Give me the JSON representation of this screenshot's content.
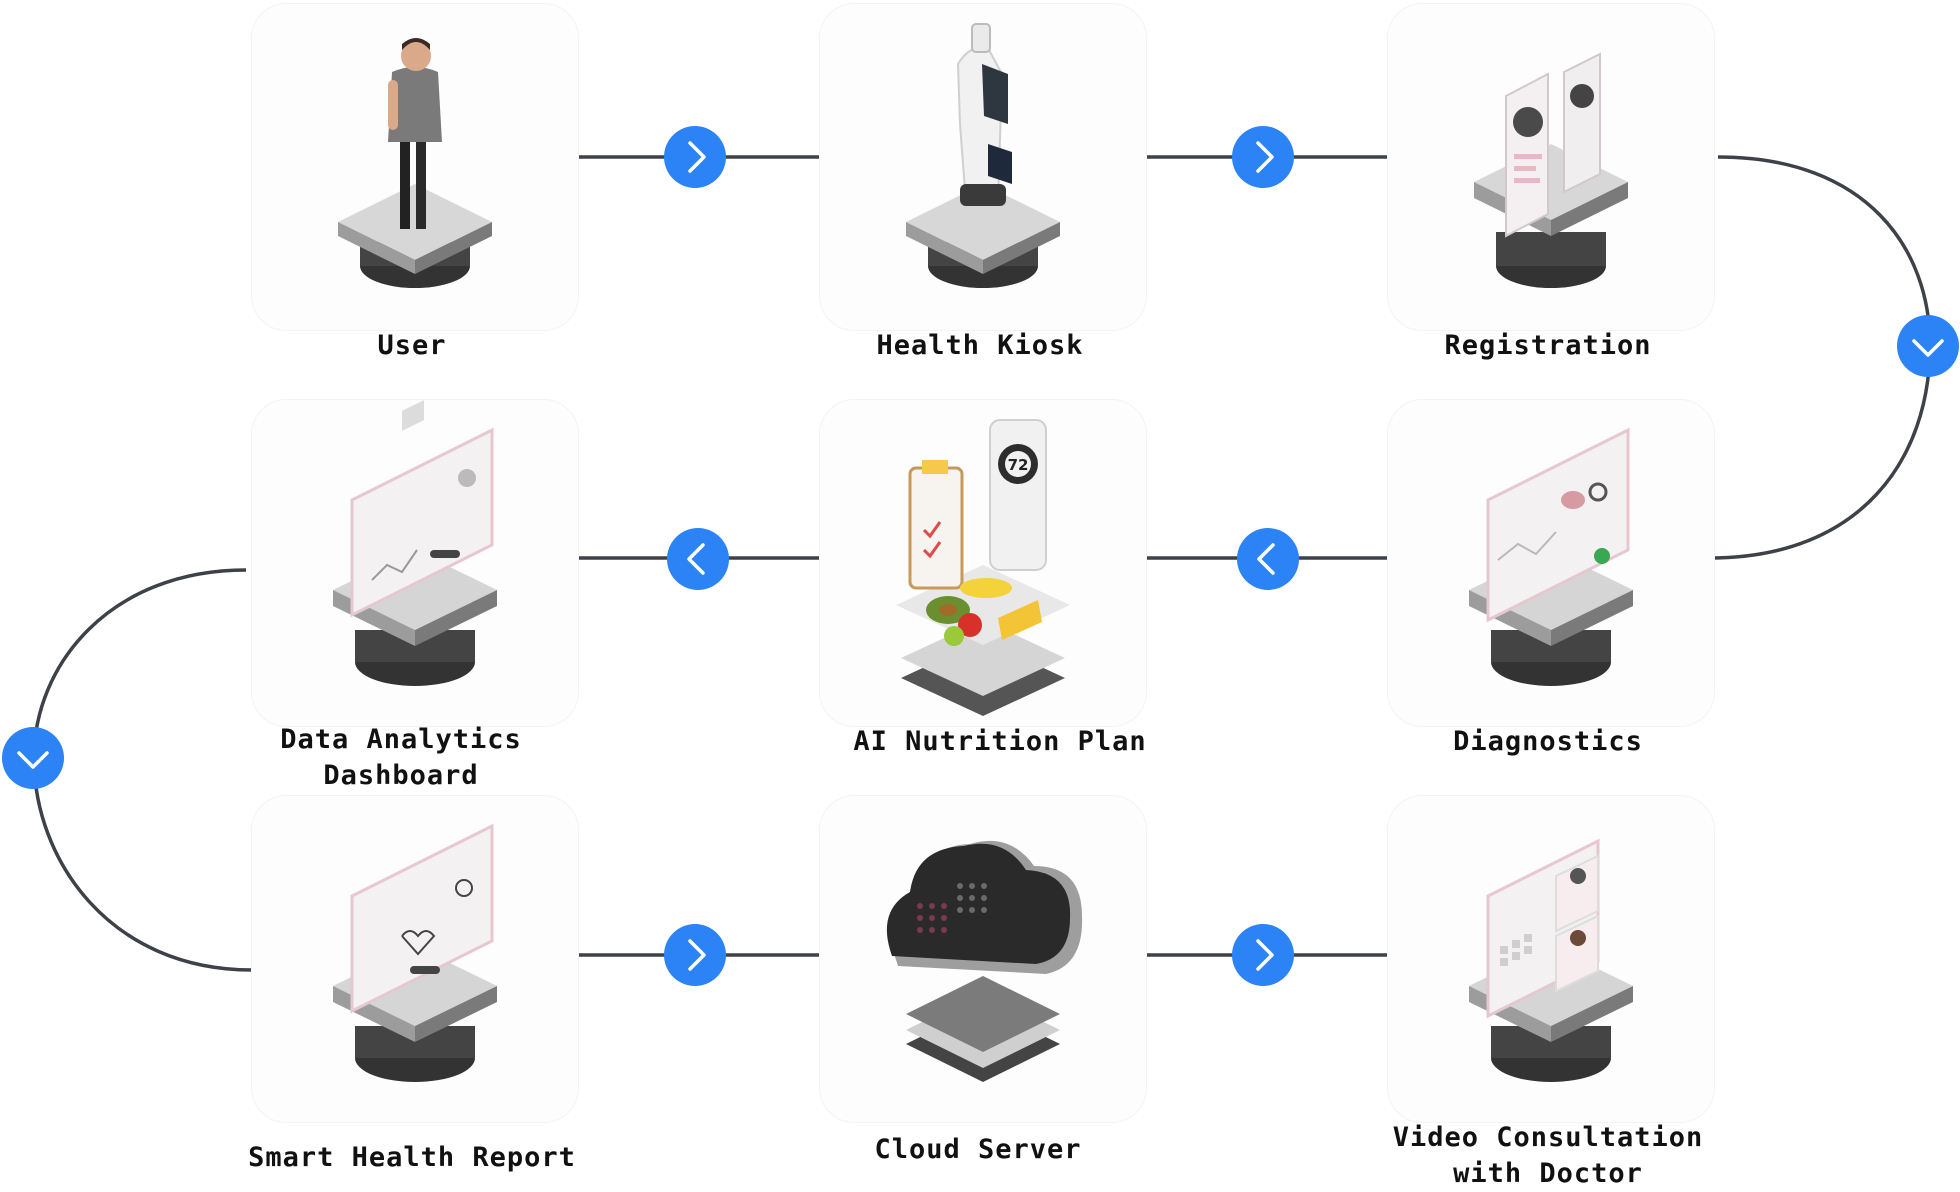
{
  "accent_color": "#2b83f6",
  "line_color": "#3d4248",
  "steps": [
    {
      "id": "user",
      "label": "User",
      "icon": "person-standing-icon"
    },
    {
      "id": "health-kiosk",
      "label": "Health Kiosk",
      "icon": "kiosk-robot-icon"
    },
    {
      "id": "registration",
      "label": "Registration",
      "icon": "profile-card-icon"
    },
    {
      "id": "diagnostics",
      "label": "Diagnostics",
      "icon": "diagnostics-screen-icon",
      "panel_title": "AI DIAGNOSTICS"
    },
    {
      "id": "ai-nutrition-plan",
      "label": "AI Nutrition Plan",
      "icon": "nutrition-food-icon",
      "panel_title": "Nutrition Checklist",
      "score": "72"
    },
    {
      "id": "data-analytics-dashboard",
      "label": "Data Analytics\nDashboard",
      "icon": "analytics-screen-icon",
      "panel_title": "ANALYTICAL DASHBOARD"
    },
    {
      "id": "smart-health-report",
      "label": "Smart Health Report",
      "icon": "report-screen-icon",
      "panel_title": "SMART HEALTH REPORT"
    },
    {
      "id": "cloud-server",
      "label": "Cloud Server",
      "icon": "cloud-server-icon"
    },
    {
      "id": "video-consultation",
      "label": "Video Consultation\nwith Doctor",
      "icon": "video-call-icon",
      "panel_title": "VIDEO CONSULTATION"
    }
  ],
  "connectors": [
    {
      "id": "user-to-kiosk",
      "arrow": "chevron-right-icon"
    },
    {
      "id": "kiosk-to-registration",
      "arrow": "chevron-right-icon"
    },
    {
      "id": "registration-to-diagnostics",
      "arrow": "chevron-down-icon"
    },
    {
      "id": "diagnostics-to-nutrition",
      "arrow": "chevron-left-icon"
    },
    {
      "id": "nutrition-to-analytics",
      "arrow": "chevron-left-icon"
    },
    {
      "id": "analytics-to-report",
      "arrow": "chevron-down-icon"
    },
    {
      "id": "report-to-cloud",
      "arrow": "chevron-right-icon"
    },
    {
      "id": "cloud-to-video",
      "arrow": "chevron-right-icon"
    }
  ]
}
